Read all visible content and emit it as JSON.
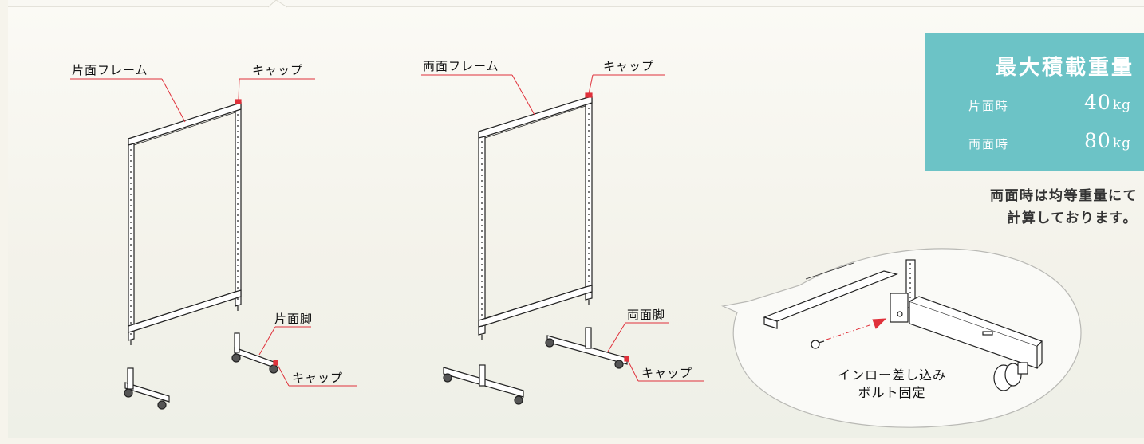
{
  "labels": {
    "left_frame": "片面フレーム",
    "left_frame_cap": "キャップ",
    "left_leg": "片面脚",
    "left_leg_cap": "キャップ",
    "right_frame": "両面フレーム",
    "right_frame_cap": "キャップ",
    "right_leg": "両面脚",
    "right_leg_cap": "キャップ"
  },
  "spec": {
    "title": "最大積載重量",
    "rows": [
      {
        "label": "片面時",
        "value": "40",
        "unit": "kg"
      },
      {
        "label": "両面時",
        "value": "80",
        "unit": "kg"
      }
    ],
    "note_line1": "両面時は均等重量にて",
    "note_line2": "計算しております。"
  },
  "detail": {
    "caption_line1": "インロー差し込み",
    "caption_line2": "ボルト固定"
  },
  "colors": {
    "spec_box": "#6cc3c6",
    "leader_line": "#e0313b",
    "drawing_line": "#222222"
  }
}
